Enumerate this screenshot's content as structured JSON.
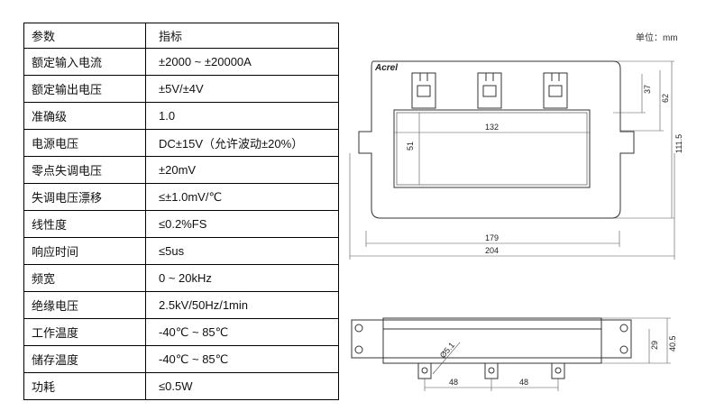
{
  "spec_table": {
    "header": {
      "param": "参数",
      "value": "指标"
    },
    "rows": [
      {
        "param": "额定输入电流",
        "value": "±2000 ~ ±20000A"
      },
      {
        "param": "额定输出电压",
        "value": "±5V/±4V"
      },
      {
        "param": "准确级",
        "value": "1.0"
      },
      {
        "param": "电源电压",
        "value": "DC±15V（允许波动±20%）"
      },
      {
        "param": "零点失调电压",
        "value": "±20mV"
      },
      {
        "param": "失调电压漂移",
        "value": "≤±1.0mV/℃"
      },
      {
        "param": "线性度",
        "value": "≤0.2%FS"
      },
      {
        "param": "响应时间",
        "value": "≤5us"
      },
      {
        "param": "频宽",
        "value": "0 ~ 20kHz"
      },
      {
        "param": "绝缘电压",
        "value": "2.5kV/50Hz/1min"
      },
      {
        "param": "工作温度",
        "value": "-40℃ ~ 85℃"
      },
      {
        "param": "储存温度",
        "value": "-40℃ ~ 85℃"
      },
      {
        "param": "功耗",
        "value": "≤0.5W"
      }
    ]
  },
  "drawing": {
    "unit_label": "单位：mm",
    "logo_text": "Acrel",
    "dims": {
      "d37": "37",
      "d62": "62",
      "d111": "111.5",
      "d132": "132",
      "d51": "51",
      "d179": "179",
      "d204": "204",
      "d29": "29",
      "d40": "40.5",
      "d48a": "48",
      "d48b": "48",
      "d5": "Ø5.1"
    }
  }
}
